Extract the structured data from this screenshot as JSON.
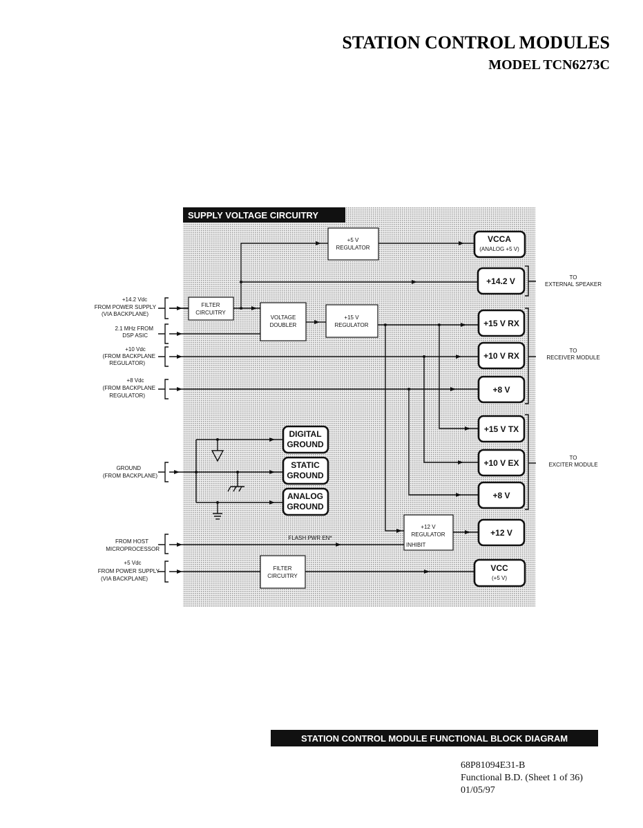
{
  "header": {
    "title": "STATION CONTROL MODULES",
    "model": "MODEL TCN6273C"
  },
  "diagram": {
    "section_title": "SUPPLY VOLTAGE CIRCUITRY",
    "inputs": [
      {
        "lines": [
          "+14.2 Vdc",
          "FROM POWER SUPPLY",
          "(VIA BACKPLANE)"
        ]
      },
      {
        "lines": [
          "2.1 MHz FROM",
          "DSP ASIC"
        ]
      },
      {
        "lines": [
          "+10 Vdc",
          "(FROM BACKPLANE",
          "REGULATOR)"
        ]
      },
      {
        "lines": [
          "+8 Vdc",
          "(FROM BACKPLANE",
          "REGULATOR)"
        ]
      },
      {
        "lines": [
          "GROUND",
          "(FROM BACKPLANE)"
        ]
      },
      {
        "lines": [
          "FROM HOST",
          "MICROPROCESSOR"
        ]
      },
      {
        "lines": [
          "+5 Vdc",
          "FROM POWER SUPPLY",
          "(VIA BACKPLANE)"
        ]
      }
    ],
    "blocks": {
      "reg5": [
        "+5 V",
        "REGULATOR"
      ],
      "filter1": [
        "FILTER",
        "CIRCUITRY"
      ],
      "doubler": [
        "VOLTAGE",
        "DOUBLER"
      ],
      "reg15": [
        "+15 V",
        "REGULATOR"
      ],
      "reg12": [
        "+12 V",
        "REGULATOR"
      ],
      "inhibit": "INHIBIT",
      "filter2": [
        "FILTER",
        "CIRCUITRY"
      ]
    },
    "outputs": {
      "vcca": [
        "VCCA",
        "(ANALOG +5 V)"
      ],
      "v142": "+14.2 V",
      "v15rx": "+15 V RX",
      "v10rx": "+10 V RX",
      "v8rx": "+8 V",
      "v15tx": "+15 V TX",
      "v10ex": "+10 V EX",
      "v8ex": "+8 V",
      "v12": "+12 V",
      "vcc": [
        "VCC",
        "(+5 V)"
      ]
    },
    "grounds": {
      "digital": [
        "DIGITAL",
        "GROUND"
      ],
      "static": [
        "STATIC",
        "GROUND"
      ],
      "analog": [
        "ANALOG",
        "GROUND"
      ]
    },
    "signal_label": "FLASH PWR EN*",
    "destinations": {
      "speaker": [
        "TO",
        "EXTERNAL SPEAKER"
      ],
      "receiver": [
        "TO",
        "RECEIVER MODULE"
      ],
      "exciter": [
        "TO",
        "EXCITER MODULE"
      ]
    }
  },
  "footer": {
    "caption": "STATION CONTROL MODULE FUNCTIONAL BLOCK DIAGRAM",
    "doc_number": "68P81094E31-B",
    "sheet": "Functional B.D. (Sheet 1 of 36)",
    "date": "01/05/97"
  }
}
